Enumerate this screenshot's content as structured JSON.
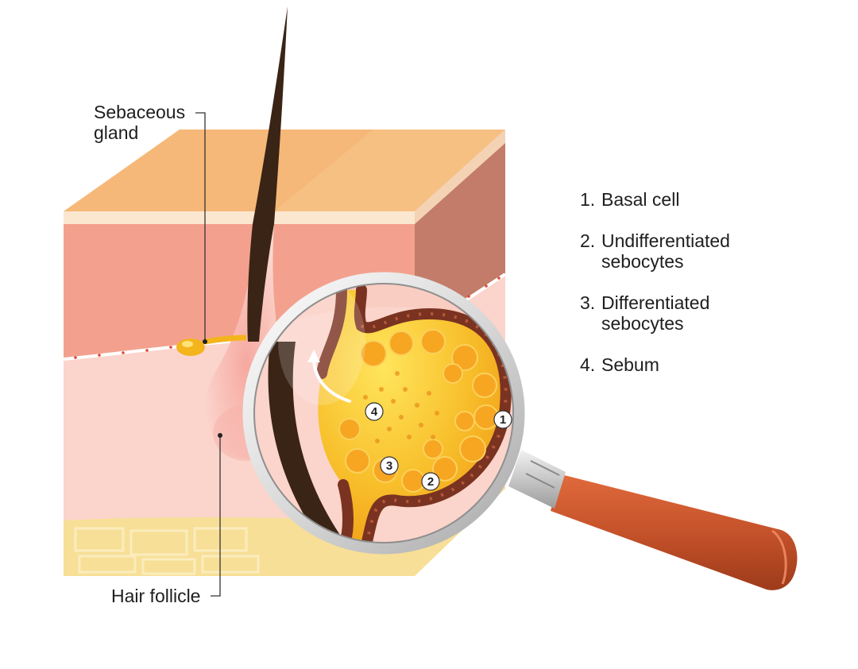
{
  "labels": {
    "sebaceous_gland_line1": "Sebaceous",
    "sebaceous_gland_line2": "gland",
    "hair_follicle": "Hair follicle"
  },
  "legend": [
    {
      "number": "1.",
      "line1": "Basal cell",
      "line2": ""
    },
    {
      "number": "2.",
      "line1": "Undifferentiated",
      "line2": "sebocytes"
    },
    {
      "number": "3.",
      "line1": "Differentiated",
      "line2": "sebocytes"
    },
    {
      "number": "4.",
      "line1": "Sebum",
      "line2": ""
    }
  ],
  "markers": [
    "1",
    "2",
    "3",
    "4"
  ],
  "colors": {
    "skin_top": "#f6b878",
    "epidermis_band": "#fbe7cf",
    "dermis": "#f3a18e",
    "dermis_side": "#c27c69",
    "lower_dermis": "#fbd4cb",
    "fat": "#f7df97",
    "hair": "#3a2415",
    "sebum": "#f4b41c",
    "basal_cell": "#7a3320",
    "magnifier_handle": "#c5522a"
  }
}
